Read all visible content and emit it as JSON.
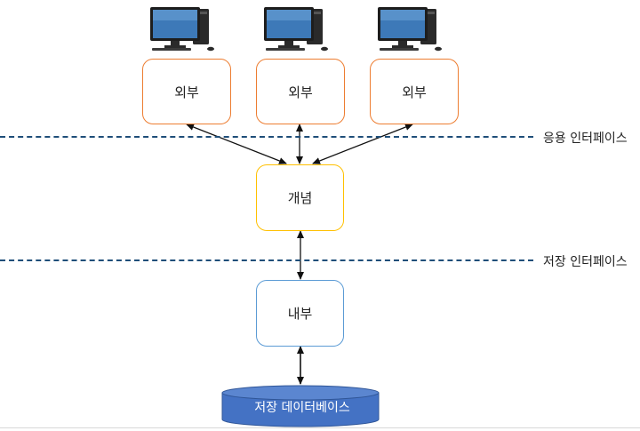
{
  "external_views": [
    {
      "label": "외부"
    },
    {
      "label": "외부"
    },
    {
      "label": "외부"
    }
  ],
  "conceptual": {
    "label": "개념"
  },
  "internal": {
    "label": "내부"
  },
  "interfaces": {
    "application": "응용 인터페이스",
    "storage": "저장 인터페이스"
  },
  "database": {
    "label": "저장 데이터베이스"
  },
  "colors": {
    "external_border": "#ed7d31",
    "conceptual_border": "#ffc000",
    "internal_border": "#5b9bd5",
    "dashed_line": "#1f4e79",
    "database_fill": "#4472c4"
  },
  "icons": [
    "desktop-computer-icon",
    "desktop-computer-icon",
    "desktop-computer-icon"
  ]
}
